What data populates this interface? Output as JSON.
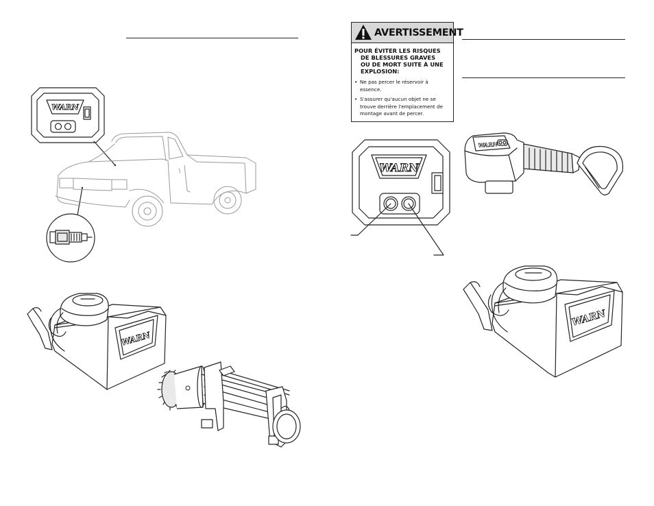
{
  "warning": {
    "title": "AVERTISSEMENT",
    "heading_lines": [
      "POUR ÉVITER LES RISQUES",
      "DE BLESSURES GRAVES",
      "OU DE MORT SUITE À UNE",
      "EXPLOSION:"
    ],
    "bullets": [
      {
        "lines": [
          "Ne pas percer le réservoir à",
          "essence."
        ]
      },
      {
        "lines": [
          "S'assurer qu'aucun objet ne se",
          "trouve derrière l'emplacement de",
          "montage avant de percer."
        ]
      }
    ],
    "bullet_symbol": "•"
  },
  "logos": {
    "brand": "WARN"
  },
  "icons": {
    "warning": "warning-triangle-icon"
  }
}
